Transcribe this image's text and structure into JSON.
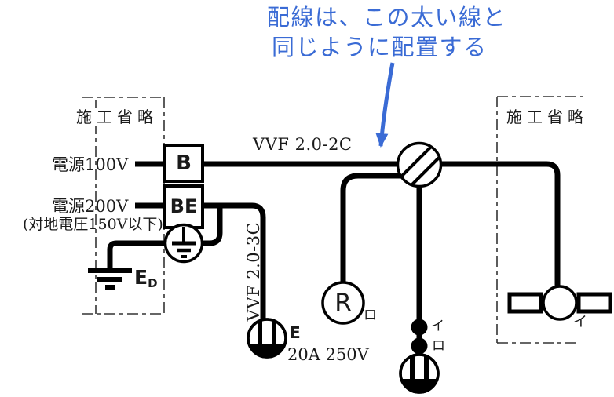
{
  "colors": {
    "wire": "#000000",
    "text": "#1a1a1a",
    "annotation_blue": "#3a6bd5"
  },
  "annotation": {
    "line1": "配線は、この太い線と",
    "line2": "同じように配置する"
  },
  "left_region": {
    "label": "施工省略",
    "source_100v": "電源100V",
    "source_200v": "電源200V",
    "voltage_note": "(対地電圧150V以下)"
  },
  "breaker_100v": {
    "label": "B"
  },
  "breaker_200v": {
    "label": "BE"
  },
  "ground": {
    "label_main": "E",
    "label_sub": "D"
  },
  "cables": {
    "to_joint": "VVF 2.0-2C",
    "to_receptacle": "VVF 2.0-3C"
  },
  "devices": {
    "r_outlet": {
      "label": "R",
      "tag": "ロ"
    },
    "switches": [
      {
        "tag": "イ"
      },
      {
        "tag": "ロ"
      }
    ],
    "receptacle_200v": {
      "label": "E",
      "rating": "20A 250V"
    },
    "ceiling_light": {
      "tag": "イ"
    }
  },
  "right_region": {
    "label": "施工省略"
  },
  "symbols": {
    "junction_box": "hatched-circle",
    "breakers": "squares-B-BE",
    "earth_terminal": "circle-with-ground-mark",
    "earth": "three-bar-ground",
    "receptacles": "circle-two-bars-filled-bottom",
    "switches": "filled-dots",
    "ceiling_light": "circle-with-side-wings",
    "omission_area": "dash-dot-box"
  }
}
